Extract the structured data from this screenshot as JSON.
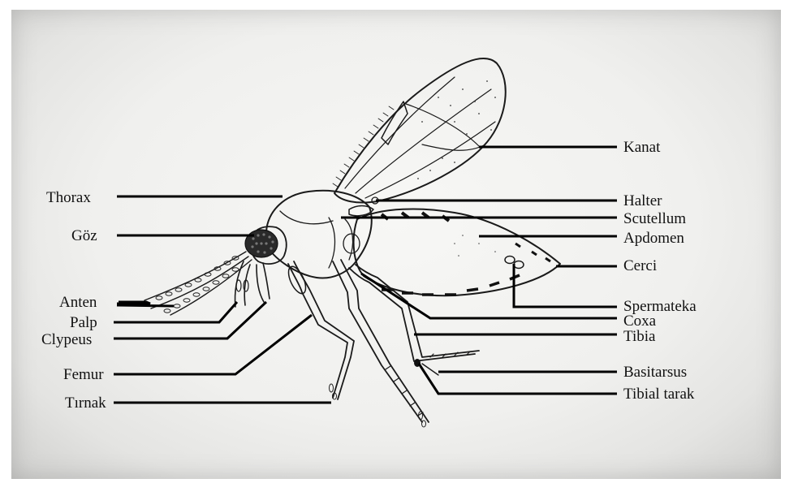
{
  "diagram": {
    "labels_left": {
      "thorax": "Thorax",
      "goz": "Göz",
      "anten": "Anten",
      "palp": "Palp",
      "clypeus": "Clypeus",
      "femur": "Femur",
      "tirnak": "Tırnak"
    },
    "labels_right": {
      "kanat": "Kanat",
      "halter": "Halter",
      "scutellum": "Scutellum",
      "apdomen": "Apdomen",
      "cerci": "Cerci",
      "spermateka": "Spermateka",
      "coxa": "Coxa",
      "tibia": "Tibia",
      "basitarsus": "Basitarsus",
      "tibial_tarak": "Tibial tarak"
    },
    "colors": {
      "ink": "#1a1a1a",
      "background": "#f0f0ee"
    }
  }
}
